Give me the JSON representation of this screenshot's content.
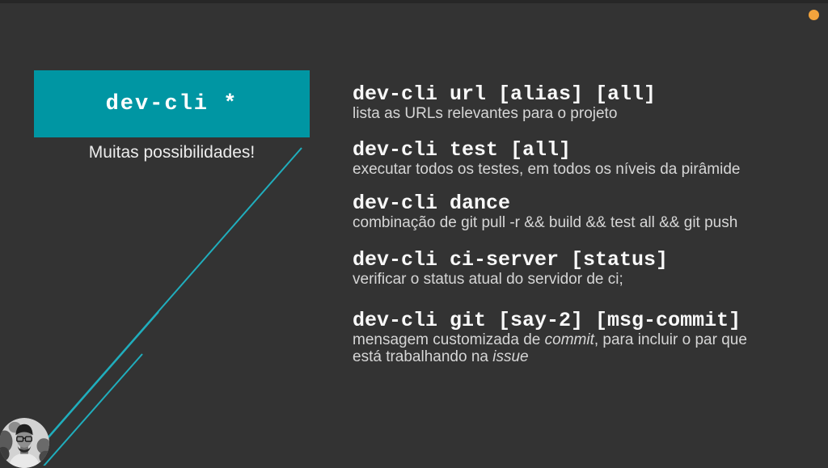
{
  "slide": {
    "title_box": {
      "label": "dev-cli *"
    },
    "subtitle": "Muitas possibilidades!",
    "commands": [
      {
        "cmd": "dev-cli url [alias] [all]",
        "desc": [
          {
            "text": "lista as URLs relevantes para o projeto"
          }
        ]
      },
      {
        "cmd": "dev-cli test [all]",
        "desc": [
          {
            "text": "executar todos os testes, em todos os níveis da pirâmide"
          }
        ]
      },
      {
        "cmd": "dev-cli dance",
        "desc": [
          {
            "text": "combinação de git pull -r && build && test all && git push"
          }
        ]
      },
      {
        "cmd": "dev-cli ci-server [status]",
        "desc": [
          {
            "text": "verificar o status atual do servidor de ci;"
          }
        ]
      },
      {
        "cmd": "dev-cli git [say-2] [msg-commit]",
        "desc": [
          {
            "text": "mensagem customizada de "
          },
          {
            "text": "commit",
            "italic": true
          },
          {
            "text": ", para incluir o par que está trabalhando na "
          },
          {
            "text": "issue",
            "italic": true
          }
        ]
      }
    ],
    "colors": {
      "background": "#333333",
      "accent_teal": "#0096a3",
      "line_teal": "#20aebd",
      "dot_orange": "#f2a33c",
      "command_text": "#f8f8f8",
      "description_text": "#d6d6d6"
    },
    "decorations": {
      "orange_dot": "orange-dot",
      "diagonal_lines": "diagonal-lines",
      "avatar": "speaker-avatar"
    }
  }
}
